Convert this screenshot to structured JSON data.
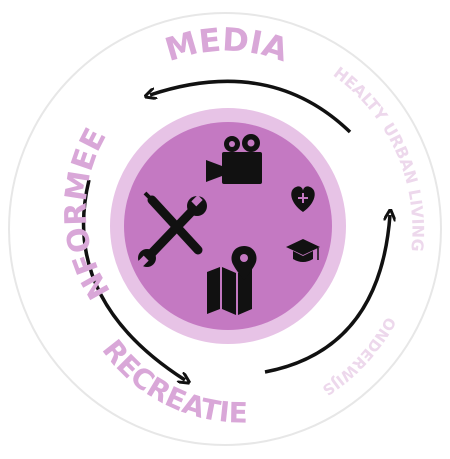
{
  "diagram": {
    "labels": {
      "top": "MEDIA",
      "left": "INFORMEEL",
      "bottom": "RECREATIE",
      "right_upper": "HEALTY URBAN LIVING",
      "right_lower": "ONDERWIJS"
    },
    "icons": [
      "video-camera-icon",
      "heart-plus-icon",
      "graduation-cap-icon",
      "tools-icon",
      "map-pin-icon"
    ],
    "colors": {
      "outer_ring": "#ffffff",
      "outer_border": "#e7e7e7",
      "inner_disc_light": "#e7c3e6",
      "inner_disc": "#c479c2",
      "label_pink": "#d9a7d8",
      "label_pale": "#edd8ec",
      "arrow": "#111111",
      "icon": "#111111"
    }
  }
}
